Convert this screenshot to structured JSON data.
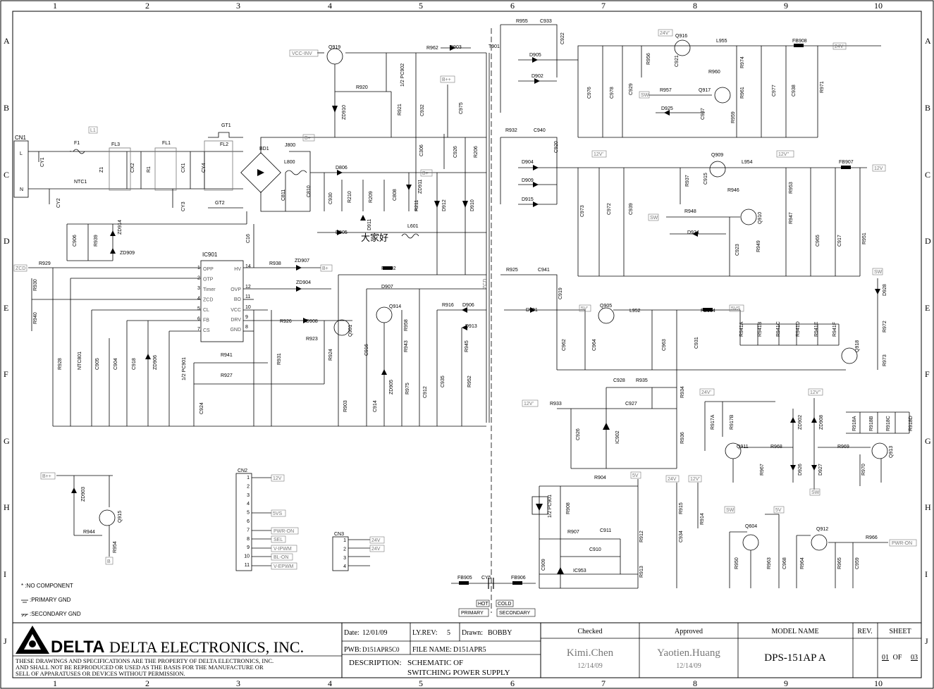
{
  "grid": {
    "cols": [
      "1",
      "2",
      "3",
      "4",
      "5",
      "6",
      "7",
      "8",
      "9",
      "10"
    ],
    "rows": [
      "A",
      "B",
      "C",
      "D",
      "E",
      "F",
      "G",
      "H",
      "I",
      "J"
    ]
  },
  "connectors": {
    "cn1": "CN1",
    "cn1_l": "L",
    "cn1_n": "N",
    "cn2": "CN2",
    "cn3": "CN3",
    "cn2_pins": [
      "1",
      "2",
      "3",
      "4",
      "5",
      "6",
      "7",
      "8",
      "9",
      "10",
      "11"
    ],
    "cn3_pins": [
      "1",
      "2",
      "3",
      "4"
    ]
  },
  "ic901": {
    "name": "IC901",
    "left_pins": [
      {
        "num": "1",
        "name": "OPP"
      },
      {
        "num": "2",
        "name": "OTP"
      },
      {
        "num": "3",
        "name": "Timer"
      },
      {
        "num": "4",
        "name": "ZCD"
      },
      {
        "num": "5",
        "name": "CL"
      },
      {
        "num": "6",
        "name": "FB"
      },
      {
        "num": "7",
        "name": "CS"
      }
    ],
    "right_pins": [
      {
        "num": "14",
        "name": "HV"
      },
      {
        "num": "12",
        "name": "OVP"
      },
      {
        "num": "11",
        "name": "BO"
      },
      {
        "num": "10",
        "name": "VCC"
      },
      {
        "num": "9",
        "name": "DRV"
      },
      {
        "num": "8",
        "name": "GND"
      }
    ]
  },
  "nets": {
    "vcc_inv": "VCC-INV",
    "bpp": "B++",
    "bp": "B+",
    "l1": "L1",
    "zcd": "ZCD",
    "sw": "SW",
    "v24": "24V",
    "v24s": "24V'",
    "v12": "12V",
    "v12s": "12V'",
    "v12ss": "12V''",
    "v5": "5V",
    "v5s": "5V'",
    "v5vs": "5VS",
    "pwr_on": "PWR-ON",
    "sel": "SEL",
    "v_ipwm": "V-IPWM",
    "bl_on": "BL-ON",
    "v_epwm": "V-EPWM",
    "b": "B"
  },
  "components": [
    {
      "id": "t901",
      "text": "T901"
    },
    {
      "id": "q919",
      "text": "Q919"
    },
    {
      "id": "r962",
      "text": "R962"
    },
    {
      "id": "d903",
      "text": "D903"
    },
    {
      "id": "r955",
      "text": "R955"
    },
    {
      "id": "c933",
      "text": "C933"
    },
    {
      "id": "c922",
      "text": "C922"
    },
    {
      "id": "d905",
      "text": "D905"
    },
    {
      "id": "d902",
      "text": "D902"
    },
    {
      "id": "q916",
      "text": "Q916"
    },
    {
      "id": "l955",
      "text": "L955"
    },
    {
      "id": "fb908",
      "text": "FB908"
    },
    {
      "id": "r920",
      "text": "R920"
    },
    {
      "id": "pc902",
      "text": "1/2 PC902"
    },
    {
      "id": "r921",
      "text": "R921"
    },
    {
      "id": "c932",
      "text": "C932"
    },
    {
      "id": "c975",
      "text": "C975"
    },
    {
      "id": "zd910",
      "text": "ZD910"
    },
    {
      "id": "c976",
      "text": "C976"
    },
    {
      "id": "c978",
      "text": "C978"
    },
    {
      "id": "c929",
      "text": "C929"
    },
    {
      "id": "r956",
      "text": "R956"
    },
    {
      "id": "c921",
      "text": "C921"
    },
    {
      "id": "r960",
      "text": "R960"
    },
    {
      "id": "r974",
      "text": "R974"
    },
    {
      "id": "r961",
      "text": "R961"
    },
    {
      "id": "c977",
      "text": "C977"
    },
    {
      "id": "c938",
      "text": "C938"
    },
    {
      "id": "r971",
      "text": "R971"
    },
    {
      "id": "r957",
      "text": "R957"
    },
    {
      "id": "q917",
      "text": "Q917"
    },
    {
      "id": "d925",
      "text": "D925"
    },
    {
      "id": "c937",
      "text": "C937"
    },
    {
      "id": "r959",
      "text": "R959"
    },
    {
      "id": "gt1",
      "text": "GT1"
    },
    {
      "id": "f1",
      "text": "F1"
    },
    {
      "id": "fl3",
      "text": "FL3"
    },
    {
      "id": "fl1",
      "text": "FL1"
    },
    {
      "id": "fl2",
      "text": "FL2"
    },
    {
      "id": "cy1",
      "text": "CY1"
    },
    {
      "id": "z1",
      "text": "Z1"
    },
    {
      "id": "cx2",
      "text": "CX2"
    },
    {
      "id": "r1",
      "text": "R1"
    },
    {
      "id": "cx1",
      "text": "CX1"
    },
    {
      "id": "cy4",
      "text": "CY4"
    },
    {
      "id": "bd1",
      "text": "BD1"
    },
    {
      "id": "j800",
      "text": "J800"
    },
    {
      "id": "l800",
      "text": "L800"
    },
    {
      "id": "c926",
      "text": "C926"
    },
    {
      "id": "r206",
      "text": "R206"
    },
    {
      "id": "c306",
      "text": "C306"
    },
    {
      "id": "r932",
      "text": "R932"
    },
    {
      "id": "c940",
      "text": "C940"
    },
    {
      "id": "c920",
      "text": "C920"
    },
    {
      "id": "ntc1",
      "text": "NTC1"
    },
    {
      "id": "cy2",
      "text": "CY2"
    },
    {
      "id": "cy3",
      "text": "CY3"
    },
    {
      "id": "gt2",
      "text": "GT2"
    },
    {
      "id": "c811",
      "text": "C811"
    },
    {
      "id": "c810",
      "text": "C810"
    },
    {
      "id": "d806",
      "text": "D806"
    },
    {
      "id": "c930",
      "text": "C930"
    },
    {
      "id": "r210",
      "text": "R210"
    },
    {
      "id": "r209",
      "text": "R209"
    },
    {
      "id": "c808",
      "text": "C808"
    },
    {
      "id": "zd911",
      "text": "ZD911"
    },
    {
      "id": "r211",
      "text": "R211"
    },
    {
      "id": "d912",
      "text": "D912"
    },
    {
      "id": "d910",
      "text": "D910"
    },
    {
      "id": "d904",
      "text": "D904"
    },
    {
      "id": "d909",
      "text": "D909"
    },
    {
      "id": "d915",
      "text": "D915"
    },
    {
      "id": "c973",
      "text": "C973"
    },
    {
      "id": "c972",
      "text": "C972"
    },
    {
      "id": "c939",
      "text": "C939"
    },
    {
      "id": "r937",
      "text": "R937"
    },
    {
      "id": "c915",
      "text": "C915"
    },
    {
      "id": "q909",
      "text": "Q909"
    },
    {
      "id": "l954",
      "text": "L954"
    },
    {
      "id": "r946",
      "text": "R946"
    },
    {
      "id": "r953",
      "text": "R953"
    },
    {
      "id": "fb907",
      "text": "FB907"
    },
    {
      "id": "r948",
      "text": "R948"
    },
    {
      "id": "q910",
      "text": "Q910"
    },
    {
      "id": "r947",
      "text": "R947"
    },
    {
      "id": "d924",
      "text": "D924"
    },
    {
      "id": "c923",
      "text": "C923"
    },
    {
      "id": "r949",
      "text": "R949"
    },
    {
      "id": "c965",
      "text": "C965"
    },
    {
      "id": "c917",
      "text": "C917"
    },
    {
      "id": "r951",
      "text": "R951"
    },
    {
      "id": "c906",
      "text": "C906"
    },
    {
      "id": "r939",
      "text": "R939"
    },
    {
      "id": "zd914",
      "text": "ZD914"
    },
    {
      "id": "zd909",
      "text": "ZD909"
    },
    {
      "id": "c16",
      "text": "C16"
    },
    {
      "id": "d911",
      "text": "D911"
    },
    {
      "id": "d805",
      "text": "D805"
    },
    {
      "id": "l601",
      "text": "L601"
    },
    {
      "id": "r929",
      "text": "R929"
    },
    {
      "id": "r938",
      "text": "R938"
    },
    {
      "id": "zd907",
      "text": "ZD907"
    },
    {
      "id": "fb902",
      "text": "FB902"
    },
    {
      "id": "r925",
      "text": "R925"
    },
    {
      "id": "c941",
      "text": "C941"
    },
    {
      "id": "r930",
      "text": "R930"
    },
    {
      "id": "zd904",
      "text": "ZD904"
    },
    {
      "id": "d907",
      "text": "D907"
    },
    {
      "id": "c919",
      "text": "C919"
    },
    {
      "id": "d928",
      "text": "D928"
    },
    {
      "id": "r940",
      "text": "R940"
    },
    {
      "id": "q914",
      "text": "Q914"
    },
    {
      "id": "r916",
      "text": "R916"
    },
    {
      "id": "d906",
      "text": "D906"
    },
    {
      "id": "d901",
      "text": "D901"
    },
    {
      "id": "q905",
      "text": "Q905"
    },
    {
      "id": "l952",
      "text": "L952"
    },
    {
      "id": "fb904",
      "text": "FB904"
    },
    {
      "id": "r926",
      "text": "R926"
    },
    {
      "id": "d908",
      "text": "D908"
    },
    {
      "id": "q901",
      "text": "Q901"
    },
    {
      "id": "r958",
      "text": "R958"
    },
    {
      "id": "d913",
      "text": "D913"
    },
    {
      "id": "r941a",
      "text": "R941A"
    },
    {
      "id": "r941b",
      "text": "R941B"
    },
    {
      "id": "r941c",
      "text": "R941C"
    },
    {
      "id": "r941d",
      "text": "R941D"
    },
    {
      "id": "r941e",
      "text": "R941E"
    },
    {
      "id": "r941f",
      "text": "R941F"
    },
    {
      "id": "r972",
      "text": "R972"
    },
    {
      "id": "r923",
      "text": "R923"
    },
    {
      "id": "c916",
      "text": "C916"
    },
    {
      "id": "r943",
      "text": "R943"
    },
    {
      "id": "r945",
      "text": "R945"
    },
    {
      "id": "c962",
      "text": "C962"
    },
    {
      "id": "c964",
      "text": "C964"
    },
    {
      "id": "c963",
      "text": "C963"
    },
    {
      "id": "c931",
      "text": "C931"
    },
    {
      "id": "q918",
      "text": "Q918"
    },
    {
      "id": "r928",
      "text": "R928"
    },
    {
      "id": "ntc801",
      "text": "NTC801"
    },
    {
      "id": "c905",
      "text": "C905"
    },
    {
      "id": "c904",
      "text": "C904"
    },
    {
      "id": "c918",
      "text": "C918"
    },
    {
      "id": "zd906",
      "text": "ZD906"
    },
    {
      "id": "pc901",
      "text": "1/2 PC901"
    },
    {
      "id": "r941",
      "text": "R941"
    },
    {
      "id": "r931",
      "text": "R931"
    },
    {
      "id": "r924",
      "text": "R924"
    },
    {
      "id": "r927",
      "text": "R927"
    },
    {
      "id": "zd905",
      "text": "ZD905"
    },
    {
      "id": "r975",
      "text": "R975"
    },
    {
      "id": "c912",
      "text": "C912"
    },
    {
      "id": "c935",
      "text": "C935"
    },
    {
      "id": "r952",
      "text": "R952"
    },
    {
      "id": "r973",
      "text": "R973"
    },
    {
      "id": "c928",
      "text": "C928"
    },
    {
      "id": "r935",
      "text": "R935"
    },
    {
      "id": "r934",
      "text": "R934"
    },
    {
      "id": "c924",
      "text": "C924"
    },
    {
      "id": "r903",
      "text": "R903"
    },
    {
      "id": "c914",
      "text": "C914"
    },
    {
      "id": "r933",
      "text": "R933"
    },
    {
      "id": "c927",
      "text": "C927"
    },
    {
      "id": "zd902",
      "text": "ZD902"
    },
    {
      "id": "zd908",
      "text": "ZD908"
    },
    {
      "id": "r917a",
      "text": "R917A"
    },
    {
      "id": "r917b",
      "text": "R917B"
    },
    {
      "id": "r918a",
      "text": "R918A"
    },
    {
      "id": "r918b",
      "text": "R918B"
    },
    {
      "id": "r918c",
      "text": "R918C"
    },
    {
      "id": "r918d",
      "text": "R918D"
    },
    {
      "id": "c926b",
      "text": "C926"
    },
    {
      "id": "ic902",
      "text": "IC902"
    },
    {
      "id": "r936",
      "text": "R936"
    },
    {
      "id": "q911",
      "text": "Q911"
    },
    {
      "id": "r968",
      "text": "R968"
    },
    {
      "id": "r969",
      "text": "R969"
    },
    {
      "id": "q913",
      "text": "Q913"
    },
    {
      "id": "r967",
      "text": "R967"
    },
    {
      "id": "d926",
      "text": "D926"
    },
    {
      "id": "d927",
      "text": "D927"
    },
    {
      "id": "r970",
      "text": "R970"
    },
    {
      "id": "zd903",
      "text": "ZD903"
    },
    {
      "id": "q915",
      "text": "Q915"
    },
    {
      "id": "r944",
      "text": "R944"
    },
    {
      "id": "r954",
      "text": "R954"
    },
    {
      "id": "r904",
      "text": "R904"
    },
    {
      "id": "pc901b",
      "text": "1/2 PC901"
    },
    {
      "id": "r908",
      "text": "R908"
    },
    {
      "id": "r915",
      "text": "R915"
    },
    {
      "id": "r914",
      "text": "R914"
    },
    {
      "id": "r907",
      "text": "R907"
    },
    {
      "id": "c911",
      "text": "C911"
    },
    {
      "id": "r912",
      "text": "R912"
    },
    {
      "id": "c934",
      "text": "C934"
    },
    {
      "id": "c910",
      "text": "C910"
    },
    {
      "id": "c909",
      "text": "C909"
    },
    {
      "id": "ic953",
      "text": "IC953"
    },
    {
      "id": "r913",
      "text": "R913"
    },
    {
      "id": "q604",
      "text": "Q604"
    },
    {
      "id": "q912",
      "text": "Q912"
    },
    {
      "id": "r966",
      "text": "R966"
    },
    {
      "id": "r950",
      "text": "R950"
    },
    {
      "id": "r963",
      "text": "R963"
    },
    {
      "id": "c968",
      "text": "C968"
    },
    {
      "id": "r964",
      "text": "R964"
    },
    {
      "id": "r965",
      "text": "R965"
    },
    {
      "id": "c959",
      "text": "C959"
    },
    {
      "id": "fb905",
      "text": "FB905"
    },
    {
      "id": "cy5",
      "text": "CY5"
    },
    {
      "id": "fb906",
      "text": "FB906"
    },
    {
      "id": "hot",
      "text": "HOT"
    },
    {
      "id": "cold",
      "text": "COLD"
    },
    {
      "id": "primary",
      "text": "PRIMARY"
    },
    {
      "id": "secondary",
      "text": "SECONDARY"
    },
    {
      "id": "cjk",
      "text": "大家好"
    }
  ],
  "legend": {
    "no_component": "* :NO COMPONENT",
    "primary_gnd": ":PRIMARY GND",
    "secondary_gnd": ":SECONDARY GND"
  },
  "title_block": {
    "company": "DELTA ELECTRONICS, INC.",
    "logo": "DELTA",
    "disclaimer_1": "THESE DRAWINGS AND SPECIFICATIONS ARE THE PROPERTY OF DELTA ELECTRONICS, INC.",
    "disclaimer_2": "AND SHALL NOT BE REPRODUCED OR USED AS THE BASIS FOR THE MANUFACTURE OR",
    "disclaimer_3": "SELL OF APPARATUSES OR DEVICES WITHOUT PERMISSION.",
    "date_label": "Date:",
    "date": "12/01/09",
    "lyrev_label": "LY.REV:",
    "lyrev": "5",
    "drawn_label": "Drawn:",
    "drawn": "BOBBY",
    "pwb_label": "PWB:",
    "pwb": "D151APR5C0",
    "file_label": "FILE NAME:",
    "file": "D151APR5",
    "desc_label": "DESCRIPTION:",
    "desc_1": "SCHEMATIC OF",
    "desc_2": "SWITCHING POWER SUPPLY",
    "checked_label": "Checked",
    "checked_name": "Kimi.Chen",
    "checked_date": "12/14/09",
    "approved_label": "Approved",
    "approved_name": "Yaotien.Huang",
    "approved_date": "12/14/09",
    "model_label": "MODEL NAME",
    "model": "DPS-151AP A",
    "rev_label": "REV.",
    "sheet_label": "SHEET",
    "sheet_num": "01",
    "sheet_of": "OF",
    "sheet_total": "03"
  }
}
